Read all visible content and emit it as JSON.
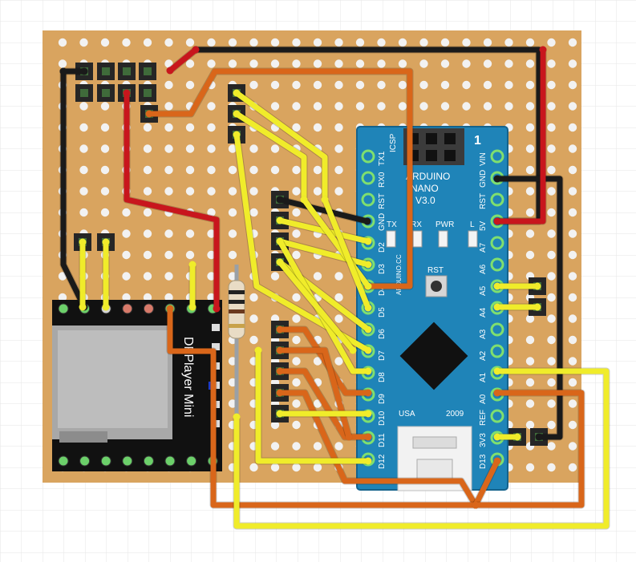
{
  "board": {
    "arduino": {
      "title_line1": "ARDUINO",
      "title_line2": "NANO",
      "title_line3": "V3.0",
      "icsp": "ICSP",
      "pin1": "1",
      "led_tx": "TX",
      "led_rx": "RX",
      "led_pwr": "PWR",
      "led_l": "L",
      "rst_button": "RST",
      "usa": "USA",
      "year": "2009",
      "url": "ARDUINO.CC",
      "left_pins": [
        "TX1",
        "RX0",
        "RST",
        "GND",
        "D2",
        "D3",
        "D4",
        "D5",
        "D6",
        "D7",
        "D8",
        "D9",
        "D10",
        "D11",
        "D12"
      ],
      "right_pins": [
        "VIN",
        "GND",
        "RST",
        "5V",
        "A7",
        "A6",
        "A5",
        "A4",
        "A3",
        "A2",
        "A1",
        "A0",
        "REF",
        "3V3",
        "D13"
      ]
    },
    "player": {
      "label": "DFPlayer Mini"
    }
  },
  "colors": {
    "board": "#d9a45f",
    "hole": "#f2f2f2",
    "nano": "#1f84b8",
    "wire_black": "#1a1a1a",
    "wire_red": "#c8161d",
    "wire_orange": "#d9661a",
    "wire_yellow": "#f0ec2a"
  }
}
